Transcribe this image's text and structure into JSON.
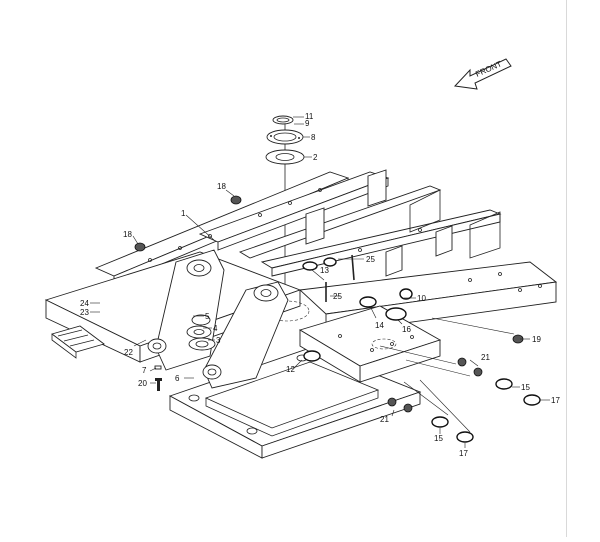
{
  "direction_arrow": {
    "label": "FRONT"
  },
  "callouts": [
    {
      "id": "c11",
      "text": "11"
    },
    {
      "id": "c9",
      "text": "9"
    },
    {
      "id": "c8",
      "text": "8"
    },
    {
      "id": "c2",
      "text": "2"
    },
    {
      "id": "c18a",
      "text": "18"
    },
    {
      "id": "c1",
      "text": "1"
    },
    {
      "id": "c18b",
      "text": "18"
    },
    {
      "id": "c25a",
      "text": "25"
    },
    {
      "id": "c13",
      "text": "13"
    },
    {
      "id": "c25b",
      "text": "25"
    },
    {
      "id": "c10",
      "text": "10"
    },
    {
      "id": "c24",
      "text": "24"
    },
    {
      "id": "c23",
      "text": "23"
    },
    {
      "id": "c5",
      "text": "5"
    },
    {
      "id": "c4",
      "text": "4"
    },
    {
      "id": "c3",
      "text": "3"
    },
    {
      "id": "c14",
      "text": "14"
    },
    {
      "id": "c16",
      "text": "16"
    },
    {
      "id": "c19",
      "text": "19"
    },
    {
      "id": "c22",
      "text": "22"
    },
    {
      "id": "c7",
      "text": "7"
    },
    {
      "id": "c6",
      "text": "6"
    },
    {
      "id": "c20",
      "text": "20"
    },
    {
      "id": "c12",
      "text": "12"
    },
    {
      "id": "c21a",
      "text": "21"
    },
    {
      "id": "c15a",
      "text": "15"
    },
    {
      "id": "c17a",
      "text": "17"
    },
    {
      "id": "c21b",
      "text": "21"
    },
    {
      "id": "c15b",
      "text": "15"
    },
    {
      "id": "c17b",
      "text": "17"
    }
  ]
}
